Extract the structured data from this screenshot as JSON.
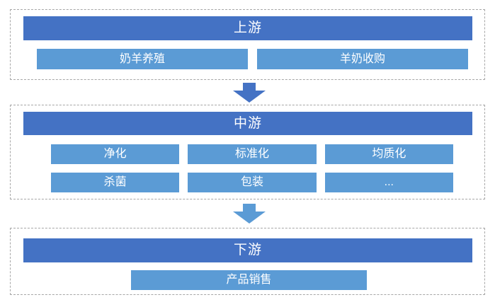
{
  "colors": {
    "header_bar": "#4472C4",
    "item_bar": "#5B9BD5",
    "container_border": "#A6A6A6",
    "text": "#FFFFFF",
    "background": "#FFFFFF"
  },
  "sections": [
    {
      "title": "上游",
      "items": [
        "奶羊养殖",
        "羊奶收购"
      ]
    },
    {
      "title": "中游",
      "items": [
        "净化",
        "标准化",
        "均质化",
        "杀菌",
        "包装",
        "..."
      ]
    },
    {
      "title": "下游",
      "items": [
        "产品销售"
      ]
    }
  ],
  "arrows": [
    {
      "name": "down-arrow-1",
      "color": "#4472C4"
    },
    {
      "name": "down-arrow-2",
      "color": "#5B9BD5"
    }
  ]
}
